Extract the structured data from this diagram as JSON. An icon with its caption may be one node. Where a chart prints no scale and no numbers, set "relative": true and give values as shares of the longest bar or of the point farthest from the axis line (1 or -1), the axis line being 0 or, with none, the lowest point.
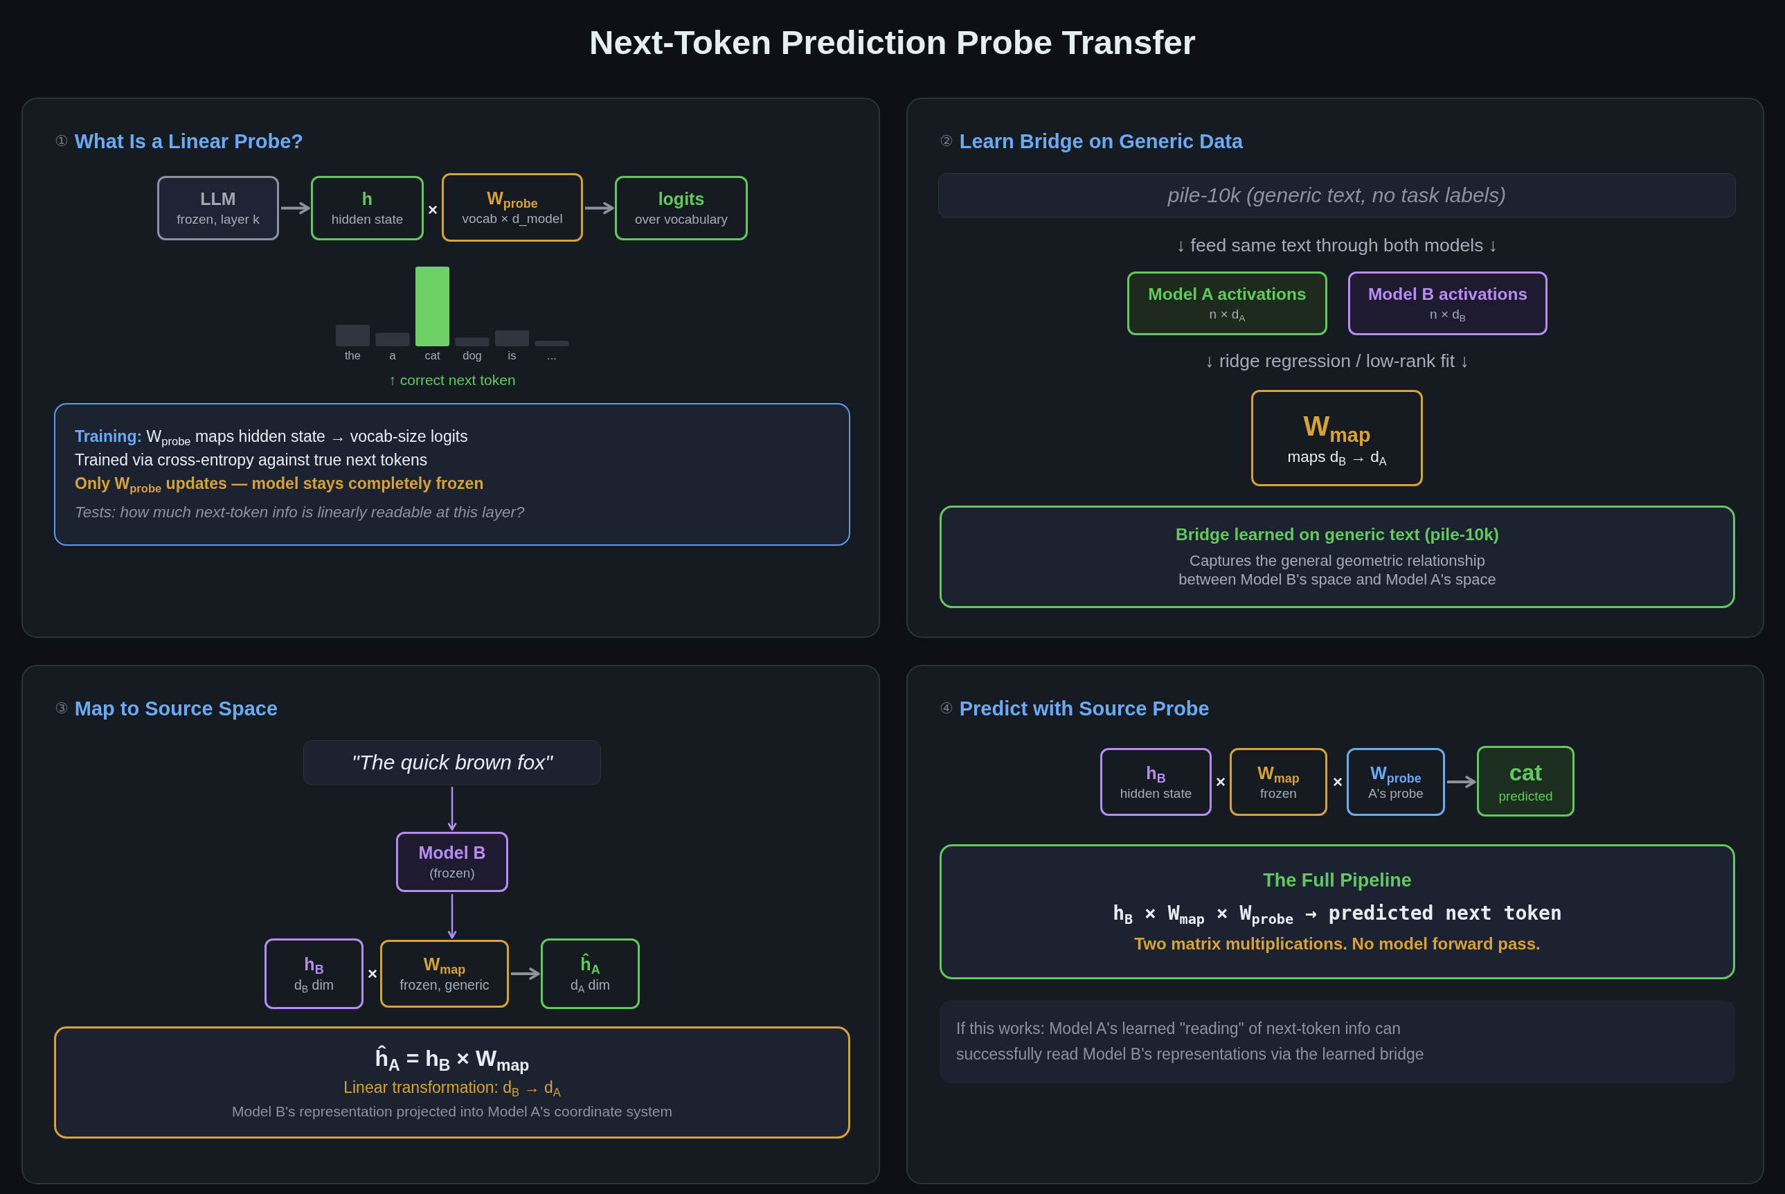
{
  "diagram": {
    "title": "Next-Token Prediction Probe Transfer",
    "nodes": [
      {
        "text": [
          "①",
          "What Is a Linear Probe?"
        ]
      },
      {
        "text": [
          "LLM",
          "frozen, layer k"
        ],
        "in": 0
      },
      {
        "text": [
          "h",
          "hidden state"
        ],
        "in": 0
      },
      {
        "text": [
          "W$_{probe}$",
          "vocab × d_model"
        ],
        "in": 0
      },
      {
        "text": [
          "logits",
          "over vocabulary"
        ],
        "in": 0
      },
      {
        "text": [
          "**Training:** W$_{probe}$ maps hidden state → vocab-size logits",
          "Trained via cross-entropy against true next tokens",
          "Only W$_{probe}$ updates — model stays completely frozen",
          "Tests: how much next-token info is linearly readable at this layer?"
        ],
        "in": 0
      },
      {
        "text": [
          "②",
          "Learn Bridge on Generic Data"
        ]
      },
      {
        "text": [
          "pile-10k (generic text, no task labels)"
        ],
        "in": 6
      },
      {
        "text": [
          "Model A activations",
          "n × d$_{A}$"
        ],
        "in": 6
      },
      {
        "text": [
          "Model B activations",
          "n × d$_{B}$"
        ],
        "in": 6
      },
      {
        "text": [
          "W$_{map}$",
          "maps d$_{B}$ → d$_{A}$"
        ],
        "in": 6
      },
      {
        "text": [
          "Bridge learned on generic text (pile-10k)",
          "Captures the general geometric relationship between Model B's space and Model A's space"
        ],
        "in": 6
      },
      {
        "text": [
          "③",
          "Map to Source Space"
        ]
      },
      {
        "text": [
          "\"The quick brown fox\""
        ],
        "in": 12
      },
      {
        "text": [
          "Model B",
          "(frozen)"
        ],
        "in": 12
      },
      {
        "text": [
          "h$_{B}$",
          "d$_{B}$ dim"
        ],
        "in": 12
      },
      {
        "text": [
          "W$_{map}$",
          "frozen, generic"
        ],
        "in": 12
      },
      {
        "text": [
          "ĥ$_{A}$",
          "d$_{A}$ dim"
        ],
        "in": 12
      },
      {
        "text": [
          "ĥ$_{A}$ = h$_{B}$ × W$_{map}$",
          "Linear transformation: d$_{B}$ → d$_{A}$",
          "Model B's representation projected into Model A's coordinate system"
        ],
        "in": 12
      },
      {
        "text": [
          "④",
          "Predict with Source Probe"
        ]
      },
      {
        "text": [
          "h$_{B}$",
          "hidden state"
        ],
        "in": 19
      },
      {
        "text": [
          "W$_{map}$",
          "frozen"
        ],
        "in": 19
      },
      {
        "text": [
          "W$_{probe}$",
          "A's probe"
        ],
        "in": 19
      },
      {
        "text": [
          "cat",
          "predicted"
        ],
        "in": 19
      },
      {
        "text": [
          "The Full Pipeline",
          "h$_{B}$ × W$_{map}$ × W$_{probe}$ → predicted next token",
          "Two matrix multiplications. No model forward pass."
        ],
        "in": 19
      },
      {
        "text": [
          "If this works: Model A's learned \"reading\" of next-token info can successfully read Model B's representations via the learned bridge"
        ],
        "in": 19
      }
    ],
    "edges": [
      {
        "from": 1,
        "to": 2,
        "arrow": "to"
      },
      {
        "from": 3,
        "to": 4,
        "arrow": "to"
      },
      {
        "from": 13,
        "to": 14,
        "arrow": "to",
        "color": "#b88cf4"
      },
      {
        "from": 14,
        "to": 16,
        "arrow": "to",
        "color": "#b88cf4"
      },
      {
        "from": 16,
        "to": 17,
        "arrow": "to"
      },
      {
        "from": 22,
        "to": 23,
        "arrow": "to"
      }
    ],
    "labels": [
      "×",
      "↓ feed same text through both models ↓",
      "↓ ridge regression / low-rank fit ↓",
      "×",
      "×",
      "×"
    ],
    "chart_data": {
      "type": "bar",
      "relative": true,
      "categories": [
        "the",
        "a",
        "cat",
        "dog",
        "is",
        "..."
      ],
      "values": [
        0.27,
        0.17,
        1,
        0.11,
        0.2,
        0.07
      ],
      "annotations": [
        {
          "text": "↑ correct next token"
        }
      ]
    }
  }
}
